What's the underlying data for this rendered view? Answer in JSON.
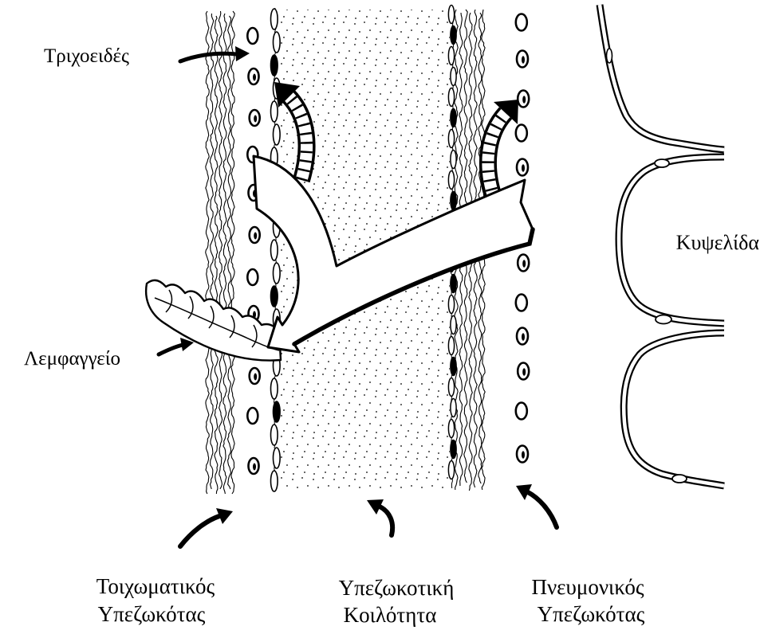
{
  "labels": {
    "capillary": "Τριχοειδές",
    "alveolus": "Κυψελίδα",
    "lymphatic": "Λεμφαγγείο",
    "parietal_pleura": [
      "Τοιχωματικός",
      "Υπεζωκότας"
    ],
    "pleural_cavity": [
      "Υπεζωκοτική",
      "Κοιλότητα"
    ],
    "visceral_pleura": [
      "Πνευμονικός",
      "Υπεζωκότας"
    ]
  },
  "colors": {
    "ink": "#000000",
    "paper": "#ffffff"
  }
}
